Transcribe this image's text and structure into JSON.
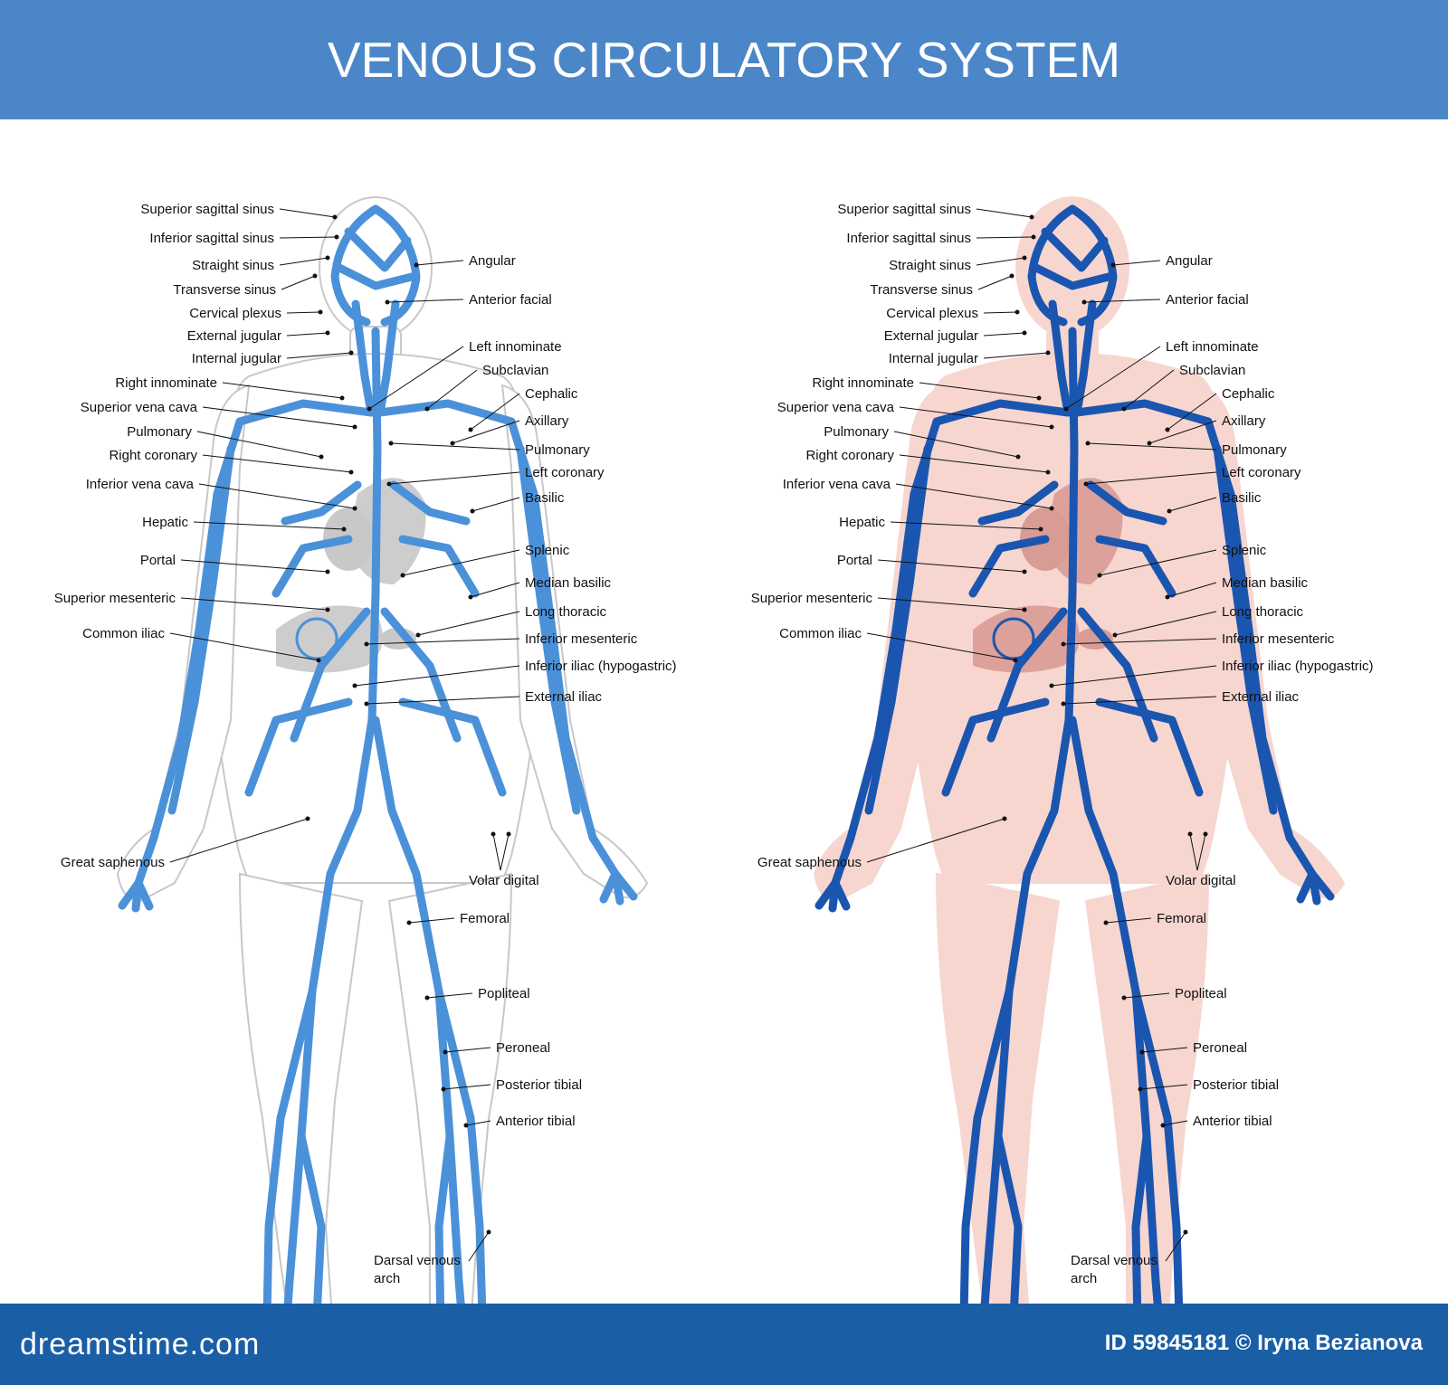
{
  "title": "VENOUS CIRCULATORY SYSTEM",
  "colors": {
    "header_bg": "#4a86c8",
    "footer_bg": "#1a5ea6",
    "left_vein": "#4b91d9",
    "right_vein": "#1a56b0",
    "right_skin": "#f7d6d0",
    "organ_gray": "#c8c8c8",
    "organ_pink": "#d99b95"
  },
  "left_labels": [
    {
      "id": "superior-sagittal-sinus",
      "text": "Superior sagittal sinus"
    },
    {
      "id": "inferior-sagittal-sinus",
      "text": "Inferior sagittal sinus"
    },
    {
      "id": "straight-sinus",
      "text": "Straight sinus"
    },
    {
      "id": "transverse-sinus",
      "text": "Transverse sinus"
    },
    {
      "id": "cervical-plexus",
      "text": "Cervical plexus"
    },
    {
      "id": "external-jugular",
      "text": "External jugular"
    },
    {
      "id": "internal-jugular",
      "text": "Internal jugular"
    },
    {
      "id": "right-innominate",
      "text": "Right innominate"
    },
    {
      "id": "superior-vena-cava",
      "text": "Superior vena cava"
    },
    {
      "id": "pulmonary-left-side",
      "text": "Pulmonary"
    },
    {
      "id": "right-coronary",
      "text": "Right coronary"
    },
    {
      "id": "inferior-vena-cava",
      "text": "Inferior vena cava"
    },
    {
      "id": "hepatic",
      "text": "Hepatic"
    },
    {
      "id": "portal",
      "text": "Portal"
    },
    {
      "id": "superior-mesenteric",
      "text": "Superior mesenteric"
    },
    {
      "id": "common-iliac",
      "text": "Common iliac"
    },
    {
      "id": "great-saphenous",
      "text": "Great saphenous"
    }
  ],
  "right_labels": [
    {
      "id": "angular",
      "text": "Angular"
    },
    {
      "id": "anterior-facial",
      "text": "Anterior facial"
    },
    {
      "id": "left-innominate",
      "text": "Left innominate"
    },
    {
      "id": "subclavian",
      "text": "Subclavian"
    },
    {
      "id": "cephalic",
      "text": "Cephalic"
    },
    {
      "id": "axillary",
      "text": "Axillary"
    },
    {
      "id": "pulmonary-right-side",
      "text": "Pulmonary"
    },
    {
      "id": "left-coronary",
      "text": "Left coronary"
    },
    {
      "id": "basilic",
      "text": "Basilic"
    },
    {
      "id": "splenic",
      "text": "Splenic"
    },
    {
      "id": "median-basilic",
      "text": "Median basilic"
    },
    {
      "id": "long-thoracic",
      "text": "Long thoracic"
    },
    {
      "id": "inferior-mesenteric",
      "text": "Inferior mesenteric"
    },
    {
      "id": "inferior-iliac",
      "text": "Inferior iliac (hypogastric)"
    },
    {
      "id": "external-iliac",
      "text": "External iliac"
    },
    {
      "id": "volar-digital",
      "text": "Volar digital"
    },
    {
      "id": "femoral",
      "text": "Femoral"
    },
    {
      "id": "popliteal",
      "text": "Popliteal"
    },
    {
      "id": "peroneal",
      "text": "Peroneal"
    },
    {
      "id": "posterior-tibial",
      "text": "Posterior tibial"
    },
    {
      "id": "anterior-tibial",
      "text": "Anterior tibial"
    }
  ],
  "darsal": {
    "line1": "Darsal venous",
    "line2": "arch"
  },
  "footer": {
    "brand": "dreamstime.com",
    "credit": "ID 59845181 © Iryna  Bezianova"
  }
}
